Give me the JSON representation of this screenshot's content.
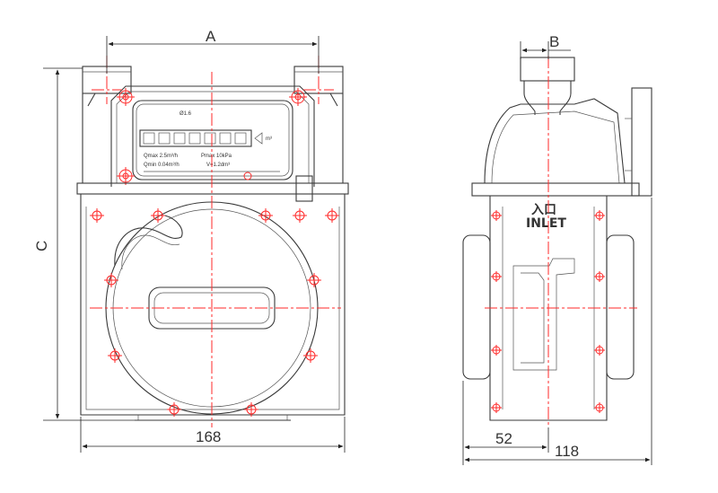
{
  "dimensions": {
    "a_label": "A",
    "b_label": "B",
    "c_label": "C",
    "width_front": "168",
    "depth_offset": "52",
    "depth_total": "118"
  },
  "register": {
    "accuracy_class": "Ø1.6",
    "qmin": "Qmin 0.04m³/h",
    "qmax": "Qmax 2.5m³/h",
    "pmax": "Pmax 10kPa",
    "cyclic_volume": "V=1.2dm³",
    "unit": "m³"
  },
  "side_view": {
    "inlet_cn": "入口",
    "inlet_en": "INLET"
  },
  "colors": {
    "outline": "#3a3a3a",
    "centerline": "#ff2a2a",
    "dimension": "#222222"
  }
}
